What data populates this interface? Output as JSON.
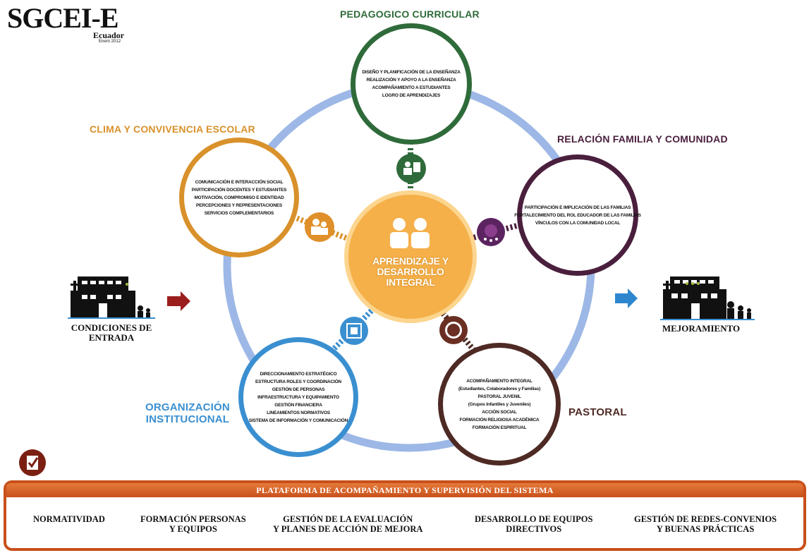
{
  "logo": {
    "title": "SGCEI-E",
    "country": "Ecuador",
    "date": "Enero 2012"
  },
  "center": {
    "label": "APRENDIZAJE Y DESARROLLO INTEGRAL"
  },
  "colors": {
    "pedagogico": "#2f6b3a",
    "clima": "#d9912b",
    "relacion": "#4a1f3d",
    "organizacion": "#3a8fd0",
    "pastoral": "#4e2a24",
    "center": "#f5b04a",
    "ring": "#9db8e6",
    "platform": "#c8501a"
  },
  "dimensions": {
    "pedagogico": {
      "title": "PEDAGOGICO CURRICULAR",
      "items": [
        "DISEÑO Y PLANIFICACIÓN DE LA ENSEÑANZA",
        "REALIZACIÓN Y APOYO A LA ENSEÑANZA",
        "ACOMPAÑAMIENTO A ESTUDIANTES",
        "LOGRO DE APRENDIZAJES"
      ]
    },
    "clima": {
      "title": "CLIMA Y CONVIVENCIA ESCOLAR",
      "items": [
        "COMUNICACIÓN E INTERACCIÓN SOCIAL",
        "PARTICIPACIÓN DOCENTES Y ESTUDIANTES",
        "MOTIVACIÓN, COMPROMISO E IDENTIDAD",
        "PERCEPCIONES Y REPRESENTACIONES",
        "SERVICIOS COMPLEMENTARIOS"
      ]
    },
    "relacion": {
      "title": "RELACIÓN FAMILIA Y COMUNIDAD",
      "items": [
        "PARTICIPACIÓN E IMPLICACIÓN DE LAS FAMILIAS",
        "FORTALECIMIENTO DEL ROL EDUCADOR DE LAS FAMILIAS",
        "VÍNCULOS CON LA COMUNIDAD LOCAL"
      ]
    },
    "organizacion": {
      "title_line1": "ORGANIZACIÓN",
      "title_line2": "INSTITUCIONAL",
      "items": [
        "DIRECCIONAMIENTO ESTRATÉGICO",
        "ESTRUCTURA ROLES Y COORDINACIÓN",
        "GESTIÓN DE PERSONAS",
        "INFRAESTRUCTURA Y EQUIPAMIENTO",
        "GESTIÓN FINANCIERA",
        "LINEAMIENTOS NORMATIVOS",
        "SISTEMA DE INFORMACIÓN Y COMUNICACIÓN"
      ]
    },
    "pastoral": {
      "title": "PASTORAL",
      "items": [
        "ACOMPAÑAMIENTO INTEGRAL",
        "(Estudiantes, Colaboradores y Familias)",
        "PASTORAL JUVENIL",
        "(Grupos Infantiles y Juveniles)",
        "ACCIÓN SOCIAL",
        "FORMACIÓN RELIGIOSA ACADÉMICA",
        "FORMACIÓN ESPIRITUAL"
      ]
    }
  },
  "entry": {
    "label_line1": "CONDICIONES DE",
    "label_line2": "ENTRADA"
  },
  "exit": {
    "label": "MEJORAMIENTO"
  },
  "platform": {
    "title": "PLATAFORMA DE ACOMPAÑAMIENTO Y SUPERVISIÓN DEL SISTEMA",
    "pillars": [
      {
        "line1": "NORMATIVIDAD",
        "line2": ""
      },
      {
        "line1": "FORMACIÓN PERSONAS",
        "line2": "Y EQUIPOS"
      },
      {
        "line1": "GESTIÓN DE LA EVALUACIÓN",
        "line2": "Y PLANES DE ACCIÓN DE MEJORA"
      },
      {
        "line1": "DESARROLLO DE EQUIPOS",
        "line2": "DIRECTIVOS"
      },
      {
        "line1": "GESTIÓN DE REDES-CONVENIOS",
        "line2": "Y BUENAS PRÁCTICAS"
      }
    ]
  }
}
